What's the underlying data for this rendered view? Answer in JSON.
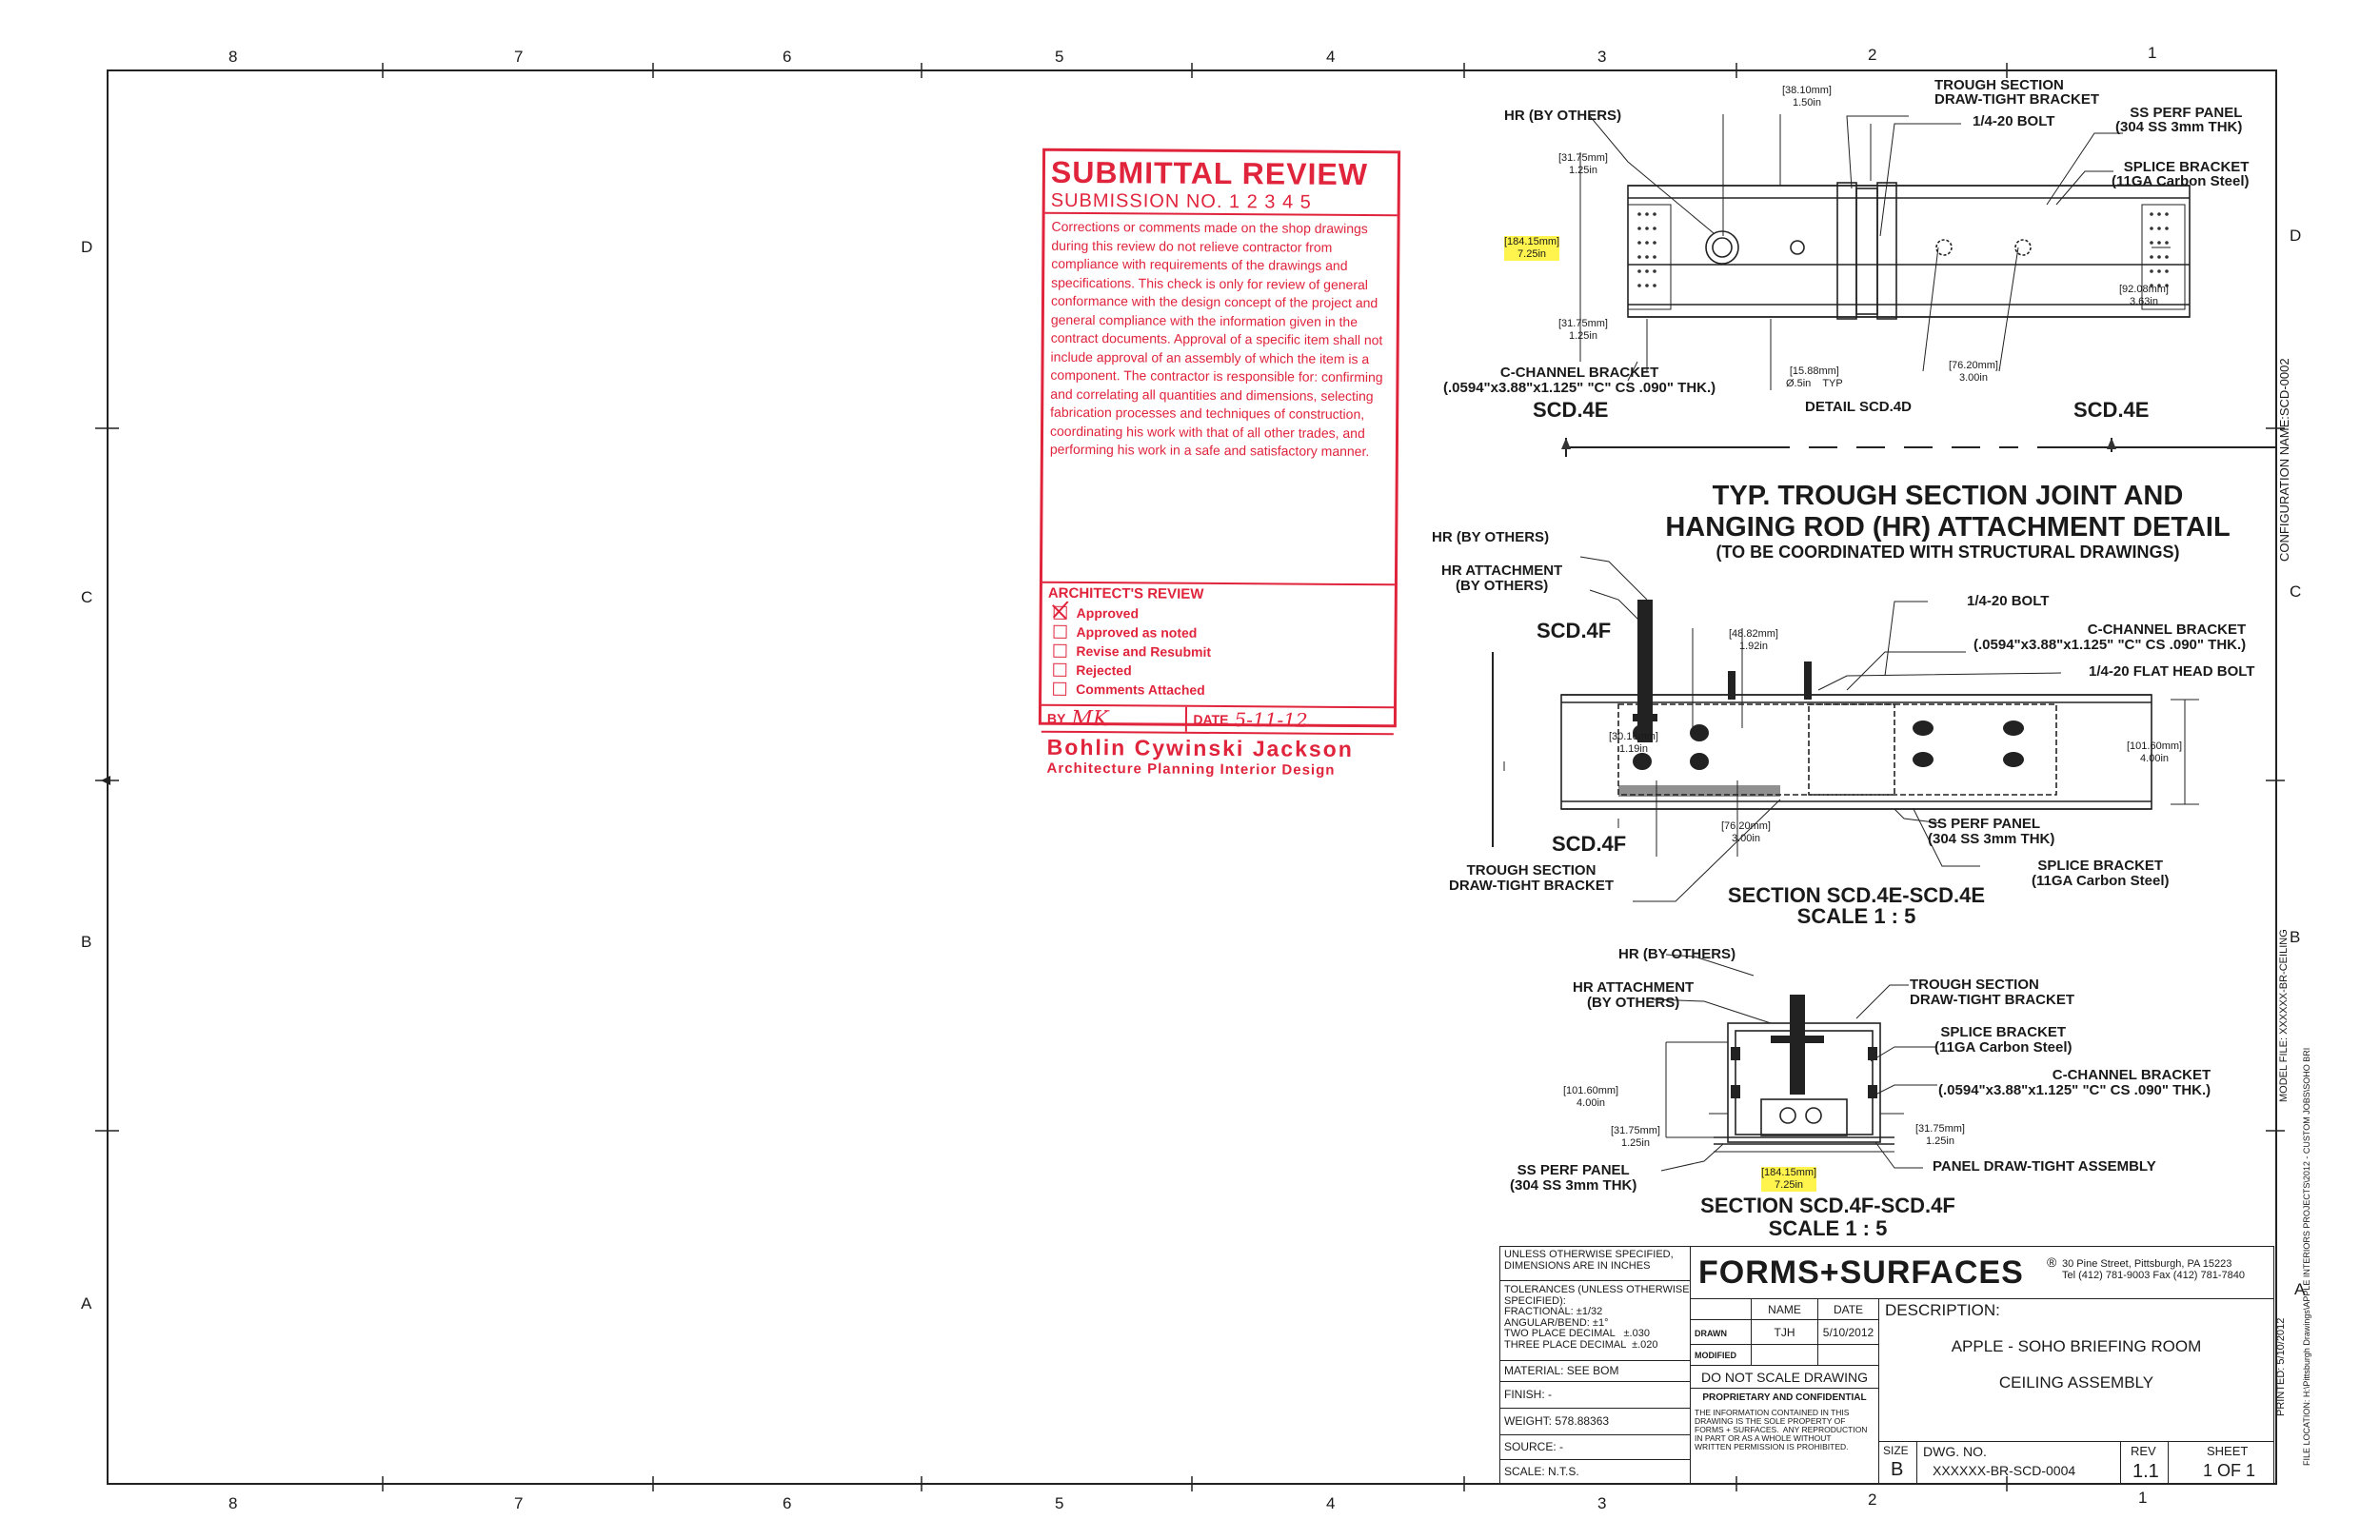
{
  "zones": {
    "columns": [
      "8",
      "7",
      "6",
      "5",
      "4",
      "3",
      "2",
      "1"
    ],
    "rows": [
      "D",
      "C",
      "B",
      "A"
    ]
  },
  "stamp": {
    "title": "SUBMITTAL REVIEW",
    "submission": "SUBMISSION NO.    1  2  3  4  5",
    "body": "Corrections or comments made on the shop drawings during this review do not relieve contractor from compliance with requirements of the drawings and specifications.  This check is only for review of general conformance with the design concept of the project and general compliance with the information given in the contract documents.  Approval of a specific item shall not include approval of an assembly of which the item is a component. The contractor is responsible for: confirming and correlating all quantities and dimensions, selecting fabrication processes and techniques of construction, coordinating his work with that of all other trades, and performing his work in a safe and satisfactory manner.",
    "architect_review": "ARCHITECT'S REVIEW",
    "options": [
      "Approved",
      "Approved as noted",
      "Revise and Resubmit",
      "Rejected",
      "Comments Attached"
    ],
    "checked": "Approved",
    "by_label": "BY",
    "by_value": "MK",
    "date_label": "DATE",
    "date_value": "5-11-12",
    "firm": "Bohlin  Cywinski  Jackson",
    "disciplines": "Architecture  Planning  Interior  Design"
  },
  "detail_top": {
    "hr": "HR (BY OTHERS)",
    "trough": "TROUGH SECTION\nDRAW-TIGHT BRACKET",
    "bolt": "1/4-20 BOLT",
    "perf": "SS PERF PANEL\n(304 SS 3mm THK)",
    "splice": "SPLICE BRACKET\n(11GA Carbon Steel)",
    "cchannel": "C-CHANNEL BRACKET\n(.0594\"x3.88\"x1.125\" \"C\" CS .090\" THK.)",
    "dims": {
      "d1": "[38.10mm]\n1.50in",
      "d2": "[31.75mm]\n1.25in",
      "d3": "[184.15mm]\n7.25in",
      "d4": "[31.75mm]\n1.25in",
      "d5": "[15.88mm]\nØ.5in    TYP",
      "d6": "[76.20mm]\n3.00in",
      "d7": "[92.08mm]\n3.63in"
    },
    "detail_label": "DETAIL SCD.4D",
    "sec_left": "SCD.4E",
    "sec_right": "SCD.4E"
  },
  "main_title": {
    "line1": "TYP. TROUGH SECTION JOINT AND",
    "line2": "HANGING ROD (HR) ATTACHMENT DETAIL",
    "line3": "(TO BE COORDINATED WITH STRUCTURAL DRAWINGS)"
  },
  "detail_mid": {
    "hr": "HR (BY OTHERS)",
    "hr_att": "HR ATTACHMENT\n(BY OTHERS)",
    "bolt": "1/4-20 BOLT",
    "cchannel": "C-CHANNEL BRACKET\n(.0594\"x3.88\"x1.125\" \"C\" CS .090\" THK.)",
    "flathead": "1/4-20 FLAT HEAD BOLT",
    "perf": "SS PERF PANEL\n(304 SS 3mm THK)",
    "splice": "SPLICE BRACKET\n(11GA Carbon Steel)",
    "trough": "TROUGH SECTION\nDRAW-TIGHT BRACKET",
    "sec_top": "SCD.4F",
    "sec_bottom": "SCD.4F",
    "dims": {
      "d1": "[48.82mm]\n1.92in",
      "d2": "[30.16mm]\n1.19in",
      "d3": "[76.20mm]\n3.00in",
      "d4": "[101.60mm]\n4.00in"
    },
    "title": "SECTION SCD.4E-SCD.4E",
    "scale": "SCALE 1 : 5"
  },
  "detail_bot": {
    "hr": "HR (BY OTHERS)",
    "hr_att": "HR ATTACHMENT\n(BY OTHERS)",
    "trough": "TROUGH SECTION\nDRAW-TIGHT BRACKET",
    "splice": "SPLICE BRACKET\n(11GA Carbon Steel)",
    "cchannel": "C-CHANNEL BRACKET\n(.0594\"x3.88\"x1.125\" \"C\" CS .090\" THK.)",
    "panel": "PANEL DRAW-TIGHT ASSEMBLY",
    "perf": "SS PERF PANEL\n(304 SS 3mm THK)",
    "dims": {
      "d1": "[101.60mm]\n4.00in",
      "d2": "[31.75mm]\n1.25in",
      "d3": "[31.75mm]\n1.25in",
      "d4": "[184.15mm]\n7.25in"
    },
    "title": "SECTION SCD.4F-SCD.4F",
    "scale": "SCALE 1 : 5"
  },
  "title_block": {
    "unless": "UNLESS OTHERWISE SPECIFIED,\nDIMENSIONS ARE IN INCHES",
    "tolerances": "TOLERANCES (UNLESS OTHERWISE\nSPECIFIED):\nFRACTIONAL: ±1/32\nANGULAR/BEND: ±1°\nTWO PLACE DECIMAL   ±.030\nTHREE PLACE DECIMAL  ±.020",
    "material": "MATERIAL: SEE BOM",
    "finish": "FINISH: -",
    "weight": "WEIGHT: 578.88363",
    "source": "SOURCE: -",
    "scale": "SCALE: N.T.S.",
    "company": "FORMS+SURFACES",
    "reg": "®",
    "address": "30 Pine Street, Pittsburgh, PA 15223\nTel (412) 781-9003 Fax (412) 781-7840",
    "name_h": "NAME",
    "date_h": "DATE",
    "drawn": "DRAWN",
    "drawn_name": "TJH",
    "drawn_date": "5/10/2012",
    "modified": "MODIFIED",
    "do_not_scale": "DO NOT SCALE DRAWING",
    "proprietary": "PROPRIETARY AND CONFIDENTIAL",
    "prop_text": "THE INFORMATION CONTAINED IN THIS\nDRAWING IS THE SOLE PROPERTY OF\nFORMS + SURFACES.  ANY REPRODUCTION\nIN PART OR AS A WHOLE WITHOUT\nWRITTEN PERMISSION IS PROHIBITED.",
    "description_h": "DESCRIPTION:",
    "desc1": "APPLE - SOHO BRIEFING ROOM",
    "desc2": "CEILING ASSEMBLY",
    "size_h": "SIZE",
    "size": "B",
    "dwg_h": "DWG.  NO.",
    "dwg": "XXXXXX-BR-SCD-0004",
    "rev_h": "REV",
    "rev": "1.1",
    "sheet_h": "SHEET",
    "sheet": "1 OF 1"
  },
  "side": {
    "config": "CONFIGURATION NAME:SCD-0002",
    "model": "MODEL FILE:  XXXXXX-BR-CEILING",
    "printed": "PRINTED: 5/10/2012",
    "file": "FILE LOCATION:  H:\\Pittsburgh Drawings\\APPLE INTERIORS PROJECTS\\2012 - CUSTOM JOBS\\SOHO BRI"
  }
}
